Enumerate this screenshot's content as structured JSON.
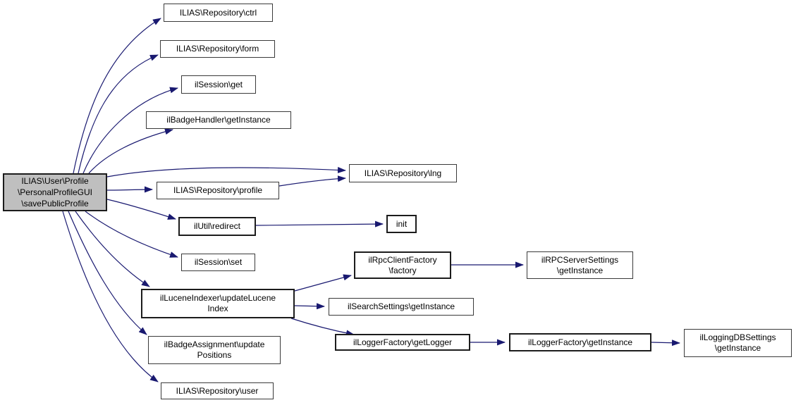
{
  "diagram": {
    "type": "call-graph",
    "colors": {
      "edge": "#191970",
      "node_border": "#3a3a3a",
      "highlight_fill": "#bfbfbf",
      "background": "#ffffff",
      "text": "#000000"
    },
    "nodes": [
      {
        "id": "save-public-profile",
        "highlighted": true,
        "lines": [
          "ILIAS\\User\\Profile",
          "\\PersonalProfileGUI",
          "\\savePublicProfile"
        ]
      },
      {
        "id": "repository-ctrl",
        "lines": [
          "ILIAS\\Repository\\ctrl"
        ]
      },
      {
        "id": "repository-form",
        "lines": [
          "ILIAS\\Repository\\form"
        ]
      },
      {
        "id": "session-get",
        "lines": [
          "ilSession\\get"
        ]
      },
      {
        "id": "badge-handler-get-instance",
        "lines": [
          "ilBadgeHandler\\getInstance"
        ]
      },
      {
        "id": "repository-lng",
        "lines": [
          "ILIAS\\Repository\\lng"
        ]
      },
      {
        "id": "repository-profile",
        "lines": [
          "ILIAS\\Repository\\profile"
        ]
      },
      {
        "id": "util-redirect",
        "lines": [
          "ilUtil\\redirect"
        ]
      },
      {
        "id": "init",
        "lines": [
          "init"
        ]
      },
      {
        "id": "session-set",
        "lines": [
          "ilSession\\set"
        ]
      },
      {
        "id": "rpc-client-factory-factory",
        "lines": [
          "ilRpcClientFactory",
          "\\factory"
        ]
      },
      {
        "id": "rpc-server-settings-get-instance",
        "lines": [
          "ilRPCServerSettings",
          "\\getInstance"
        ]
      },
      {
        "id": "lucene-indexer-update-lucene-index",
        "lines": [
          "ilLuceneIndexer\\updateLucene",
          "Index"
        ]
      },
      {
        "id": "search-settings-get-instance",
        "lines": [
          "ilSearchSettings\\getInstance"
        ]
      },
      {
        "id": "badge-assignment-update-positions",
        "lines": [
          "ilBadgeAssignment\\update",
          "Positions"
        ]
      },
      {
        "id": "logger-factory-get-logger",
        "lines": [
          "ilLoggerFactory\\getLogger"
        ]
      },
      {
        "id": "logger-factory-get-instance",
        "lines": [
          "ilLoggerFactory\\getInstance"
        ]
      },
      {
        "id": "logging-db-settings-get-instance",
        "lines": [
          "ilLoggingDBSettings",
          "\\getInstance"
        ]
      },
      {
        "id": "repository-user",
        "lines": [
          "ILIAS\\Repository\\user"
        ]
      }
    ],
    "edges": [
      {
        "from": "save-public-profile",
        "to": "repository-ctrl"
      },
      {
        "from": "save-public-profile",
        "to": "repository-form"
      },
      {
        "from": "save-public-profile",
        "to": "session-get"
      },
      {
        "from": "save-public-profile",
        "to": "badge-handler-get-instance"
      },
      {
        "from": "save-public-profile",
        "to": "repository-lng"
      },
      {
        "from": "save-public-profile",
        "to": "repository-profile"
      },
      {
        "from": "save-public-profile",
        "to": "util-redirect"
      },
      {
        "from": "save-public-profile",
        "to": "session-set"
      },
      {
        "from": "save-public-profile",
        "to": "lucene-indexer-update-lucene-index"
      },
      {
        "from": "save-public-profile",
        "to": "badge-assignment-update-positions"
      },
      {
        "from": "save-public-profile",
        "to": "repository-user"
      },
      {
        "from": "repository-profile",
        "to": "repository-lng"
      },
      {
        "from": "util-redirect",
        "to": "init"
      },
      {
        "from": "lucene-indexer-update-lucene-index",
        "to": "rpc-client-factory-factory"
      },
      {
        "from": "lucene-indexer-update-lucene-index",
        "to": "search-settings-get-instance"
      },
      {
        "from": "lucene-indexer-update-lucene-index",
        "to": "logger-factory-get-logger"
      },
      {
        "from": "rpc-client-factory-factory",
        "to": "rpc-server-settings-get-instance"
      },
      {
        "from": "logger-factory-get-logger",
        "to": "logger-factory-get-instance"
      },
      {
        "from": "logger-factory-get-instance",
        "to": "logging-db-settings-get-instance"
      }
    ]
  }
}
